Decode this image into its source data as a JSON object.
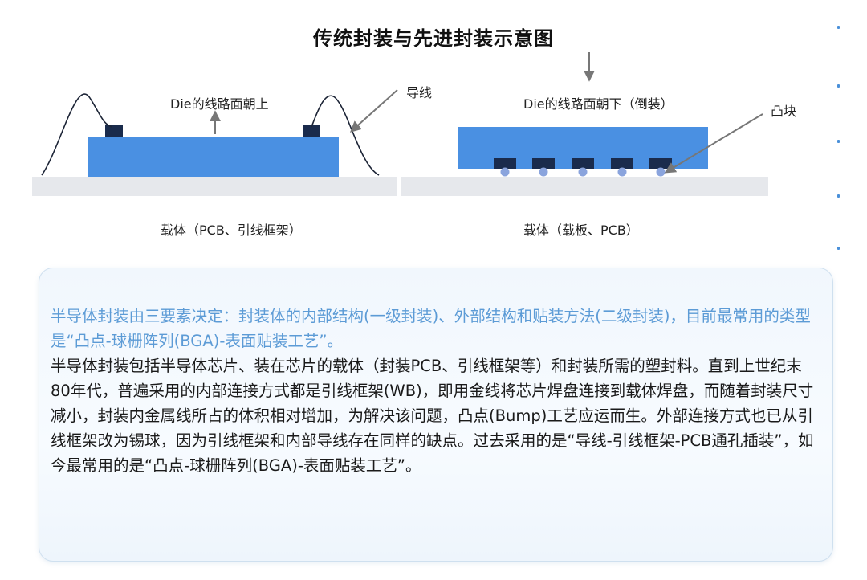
{
  "title": "传统封装与先进封装示意图",
  "left_diagram": {
    "die_label": "Die的线路面朝上",
    "wire_label": "导线",
    "carrier_label": "载体（PCB、引线框架）"
  },
  "right_diagram": {
    "die_label": "Die的线路面朝下（倒装）",
    "bump_label": "凸块",
    "carrier_label": "载体（载板、PCB）"
  },
  "panel": {
    "highlight": "半导体封装由三要素决定：封装体的内部结构(一级封装)、外部结构和贴装方法(二级封装)，目前最常用的类型是“凸点-球栅阵列(BGA)-表面贴装工艺”。",
    "body": "半导体封装包括半导体芯片、装在芯片的载体（封装PCB、引线框架等）和封装所需的塑封料。直到上世纪末80年代，普遍采用的内部连接方式都是引线框架(WB)，即用金线将芯片焊盘连接到载体焊盘，而随着封装尺寸减小，封装内金属线所占的体积相对增加，为解决该问题，凸点(Bump)工艺应运而生。外部连接方式也已从引线框架改为锡球，因为引线框架和内部导线存在同样的缺点。过去采用的是“导线-引线框架-PCB通孔插装”，如今最常用的是“凸点-球栅阵列(BGA)-表面贴装工艺”。"
  },
  "colors": {
    "die": "#4a90e2",
    "carrier": "#e6e8ec",
    "pad": "#1a2b4c",
    "bump": "#8aa4dd",
    "wire": "#1c2436",
    "arrow": "#777777",
    "highlight_text": "#5c9bd6"
  }
}
